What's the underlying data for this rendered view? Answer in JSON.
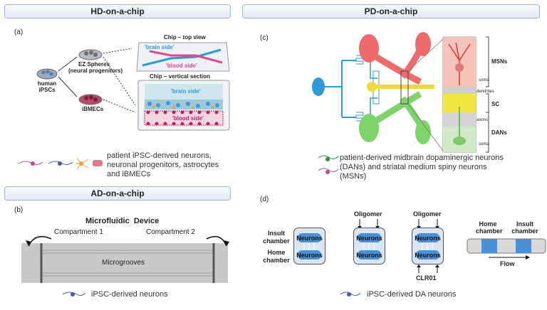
{
  "headers": {
    "hd": "HD-on-a-chip",
    "pd": "PD-on-a-chip",
    "ad": "AD-on-a-chip"
  },
  "panel_a": {
    "letter": "(a)",
    "human_ipscs": "human iPSCs",
    "ez_spheres": "EZ Spheres",
    "neural_progenitors": "(neural progenitors)",
    "ibmecs": "iBMECs",
    "chip_top_view": "Chip – top view",
    "chip_vertical": "Chip – vertical section",
    "brain_side_top": "'brain side'",
    "blood_side_top": "'blood side'",
    "brain_side_vert": "'brain side'",
    "blood_side_vert": "'blood side'",
    "legend": "patient iPSC-derived neurons, neuronal progenitors, astrocytes and iBMECs"
  },
  "panel_b": {
    "letter": "(b)",
    "title": "Microfluidic  Device",
    "compartment1": "Compartment 1",
    "compartment2": "Compartment 2",
    "microgrooves": "Microgrooves",
    "legend": "iPSC-derived neurons"
  },
  "panel_c": {
    "letter": "(c)",
    "msns": "MSNs",
    "soma_top": "soma",
    "dendrites": "dendrites",
    "sc": "SC",
    "axons": "axons",
    "dans": "DANs",
    "soma_bottom": "soma",
    "legend": "patient-derived midbrain dopaminergic neurons (DANs) and striatal medium spiny neurons (MSNs)"
  },
  "panel_d": {
    "letter": "(d)",
    "insult_chamber": "Insult chamber",
    "home_chamber": "Home chamber",
    "oligomer1": "Oligomer",
    "oligomer2": "Oligomer",
    "clr01": "CLR01",
    "neurons": "Neurons",
    "home_chamber_right": "Home chamber",
    "insult_chamber_right": "Insult chamber",
    "flow": "Flow",
    "legend": "iPSC-derived DA neurons"
  },
  "colors": {
    "header_border": "#9fb2cf",
    "chip_blue": "#4a90d9",
    "chip_pink": "#e04a8a",
    "pd_red": "#ef6b6b",
    "pd_green": "#7fd36b",
    "pd_yellow": "#f2d93a",
    "pd_blue": "#2f9ad6"
  }
}
